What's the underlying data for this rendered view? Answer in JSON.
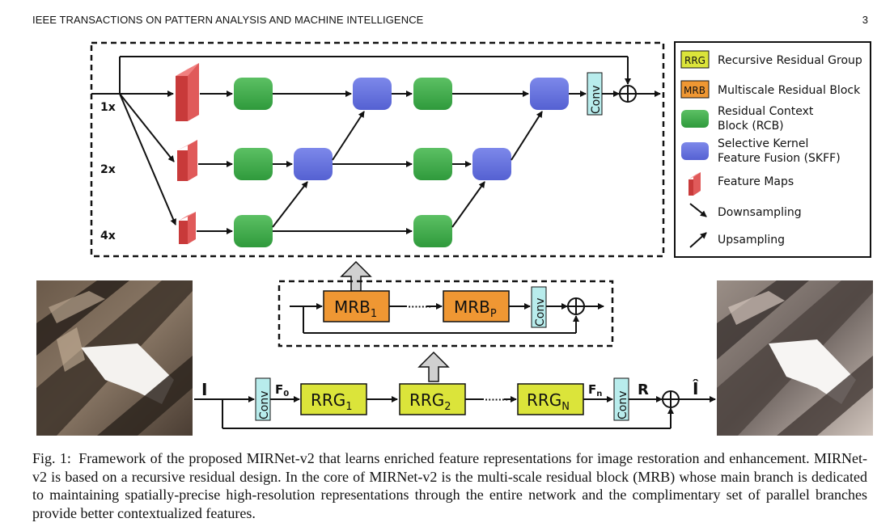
{
  "running_head": "IEEE TRANSACTIONS ON PATTERN ANALYSIS AND MACHINE INTELLIGENCE",
  "page_number": "3",
  "figure": {
    "scale_labels": [
      "1x",
      "2x",
      "4x"
    ],
    "conv_label": "Conv",
    "legend": {
      "rrg_tag": "RRG",
      "rrg": "Recursive Residual Group",
      "mrb_tag": "MRB",
      "mrb": "Multiscale Residual Block",
      "rcb_line1": "Residual Context",
      "rcb_line2": "Block (RCB)",
      "skff_line1": "Selective Kernel",
      "skff_line2": "Feature Fusion (SKFF)",
      "feature_maps": "Feature Maps",
      "downsampling": "Downsampling",
      "upsampling": "Upsampling"
    },
    "mrb_row": {
      "mrb_1": "MRB",
      "mrb_1_sub": "1",
      "mrb_p": "MRB",
      "mrb_p_sub": "P",
      "dots": "·······"
    },
    "main_row": {
      "input": "I",
      "f0": "F",
      "f0_sub": "0",
      "rrg_1": "RRG",
      "rrg_1_sub": "1",
      "rrg_2": "RRG",
      "rrg_2_sub": "2",
      "rrg_n": "RRG",
      "rrg_n_sub": "N",
      "dots": "·······",
      "fn": "F",
      "fn_sub": "n",
      "residual": "R",
      "output": "Î"
    }
  },
  "caption": {
    "label": "Fig. 1:",
    "text": "Framework of the proposed MIRNet-v2 that learns enriched feature representations for image restoration and enhancement. MIRNet-v2 is based on a recursive residual design. In the core of MIRNet-v2 is the multi-scale residual block (MRB) whose main branch is dedicated to maintaining spatially-precise high-resolution representations through the entire network and the complimentary set of parallel branches provide better contextualized features."
  },
  "colors": {
    "rrg": "#dbe43a",
    "mrb": "#ef9733",
    "rcb": "#3ea84a",
    "skff": "#6a75dd",
    "feature_map": "#c83a3a",
    "conv": "#b8ecec"
  }
}
